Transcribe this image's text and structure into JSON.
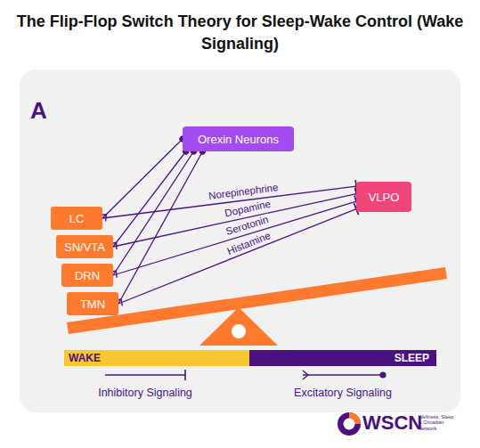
{
  "diagram": {
    "title": "The Flip-Flop Switch Theory for Sleep-Wake Control (Wake Signaling)",
    "nodes": [
      {
        "text": [
          "Orexin Neurons"
        ]
      },
      {
        "text": [
          "LC"
        ]
      },
      {
        "text": [
          "SN/VTA"
        ]
      },
      {
        "text": [
          "DRN"
        ]
      },
      {
        "text": [
          "TMN"
        ]
      },
      {
        "text": [
          "VLPO"
        ]
      },
      {
        "text": [
          "WAKE"
        ]
      },
      {
        "text": [
          "SLEEP"
        ]
      }
    ],
    "edges": [
      {
        "from": 0,
        "to": 1,
        "arrow": "to"
      },
      {
        "from": 0,
        "to": 2,
        "arrow": "to"
      },
      {
        "from": 0,
        "to": 3,
        "arrow": "to"
      },
      {
        "from": 0,
        "to": 4,
        "arrow": "to"
      },
      {
        "from": 1,
        "to": 5,
        "label": "Norepinephrine",
        "arrow": "to"
      },
      {
        "from": 2,
        "to": 5,
        "label": "Dopamine",
        "arrow": "to"
      },
      {
        "from": 3,
        "to": 5,
        "label": "Serotonin",
        "arrow": "to"
      },
      {
        "from": 4,
        "to": 5,
        "label": "Histamine",
        "arrow": "to"
      }
    ],
    "labels": [
      "A",
      "WSCN",
      "Wellness, Sleep & Circadian Network"
    ],
    "legend": [
      {
        "text": "Inhibitory Signaling"
      },
      {
        "text": "Excitatory Signaling"
      }
    ]
  }
}
